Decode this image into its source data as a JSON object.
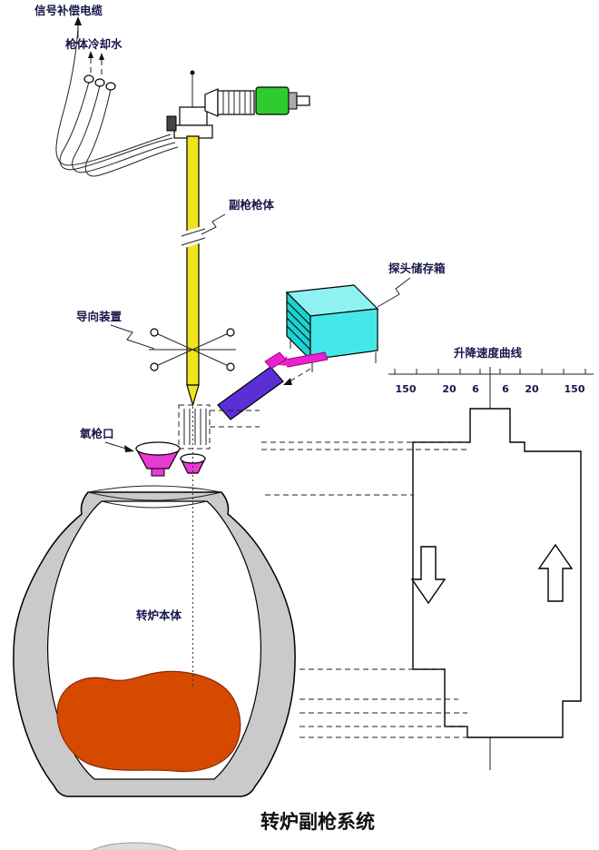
{
  "title": "转炉副枪系统",
  "labels": {
    "signal_cable": "信号补偿电缆",
    "cooling_water": "枪体冷却水",
    "lance_body": "副枪枪体",
    "probe_box": "探头储存箱",
    "guide_device": "导向装置",
    "oxygen_port": "氧枪口",
    "converter_body": "转炉本体",
    "speed_curve": "升降速度曲线"
  },
  "speed_scale": [
    "150",
    "20",
    "6",
    "6",
    "20",
    "150"
  ],
  "colors": {
    "lance": "#f2e320",
    "motor": "#2ecc2e",
    "box": "#45e8e8",
    "box_top": "#8ff2f2",
    "box_side": "#1fd0d0",
    "chute": "#5b2fd6",
    "probe": "#ea1fd0",
    "funnel": "#e93ad4",
    "molten": "#d64a00",
    "furnace_wall": "#cacaca"
  }
}
